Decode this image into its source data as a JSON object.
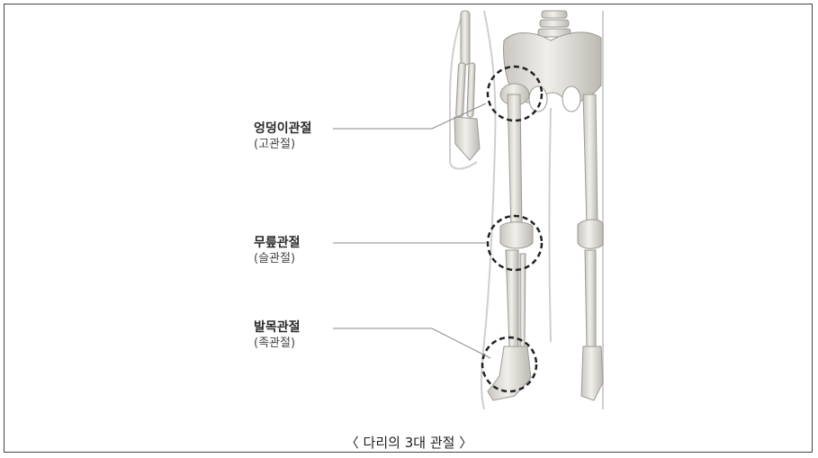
{
  "labels": [
    {
      "main": "엉덩이관절",
      "sub": "(고관절)"
    },
    {
      "main": "무릎관절",
      "sub": "(슬관절)"
    },
    {
      "main": "발목관절",
      "sub": "(족관절)"
    }
  ],
  "caption": "〈 다리의 3대 관절 〉",
  "colors": {
    "bone": "#e6e4e0",
    "bone_shadow": "#b9b6b0",
    "body_outline": "#c9c9c9",
    "leader_line": "#8a8a8a",
    "circle": "#222222"
  }
}
